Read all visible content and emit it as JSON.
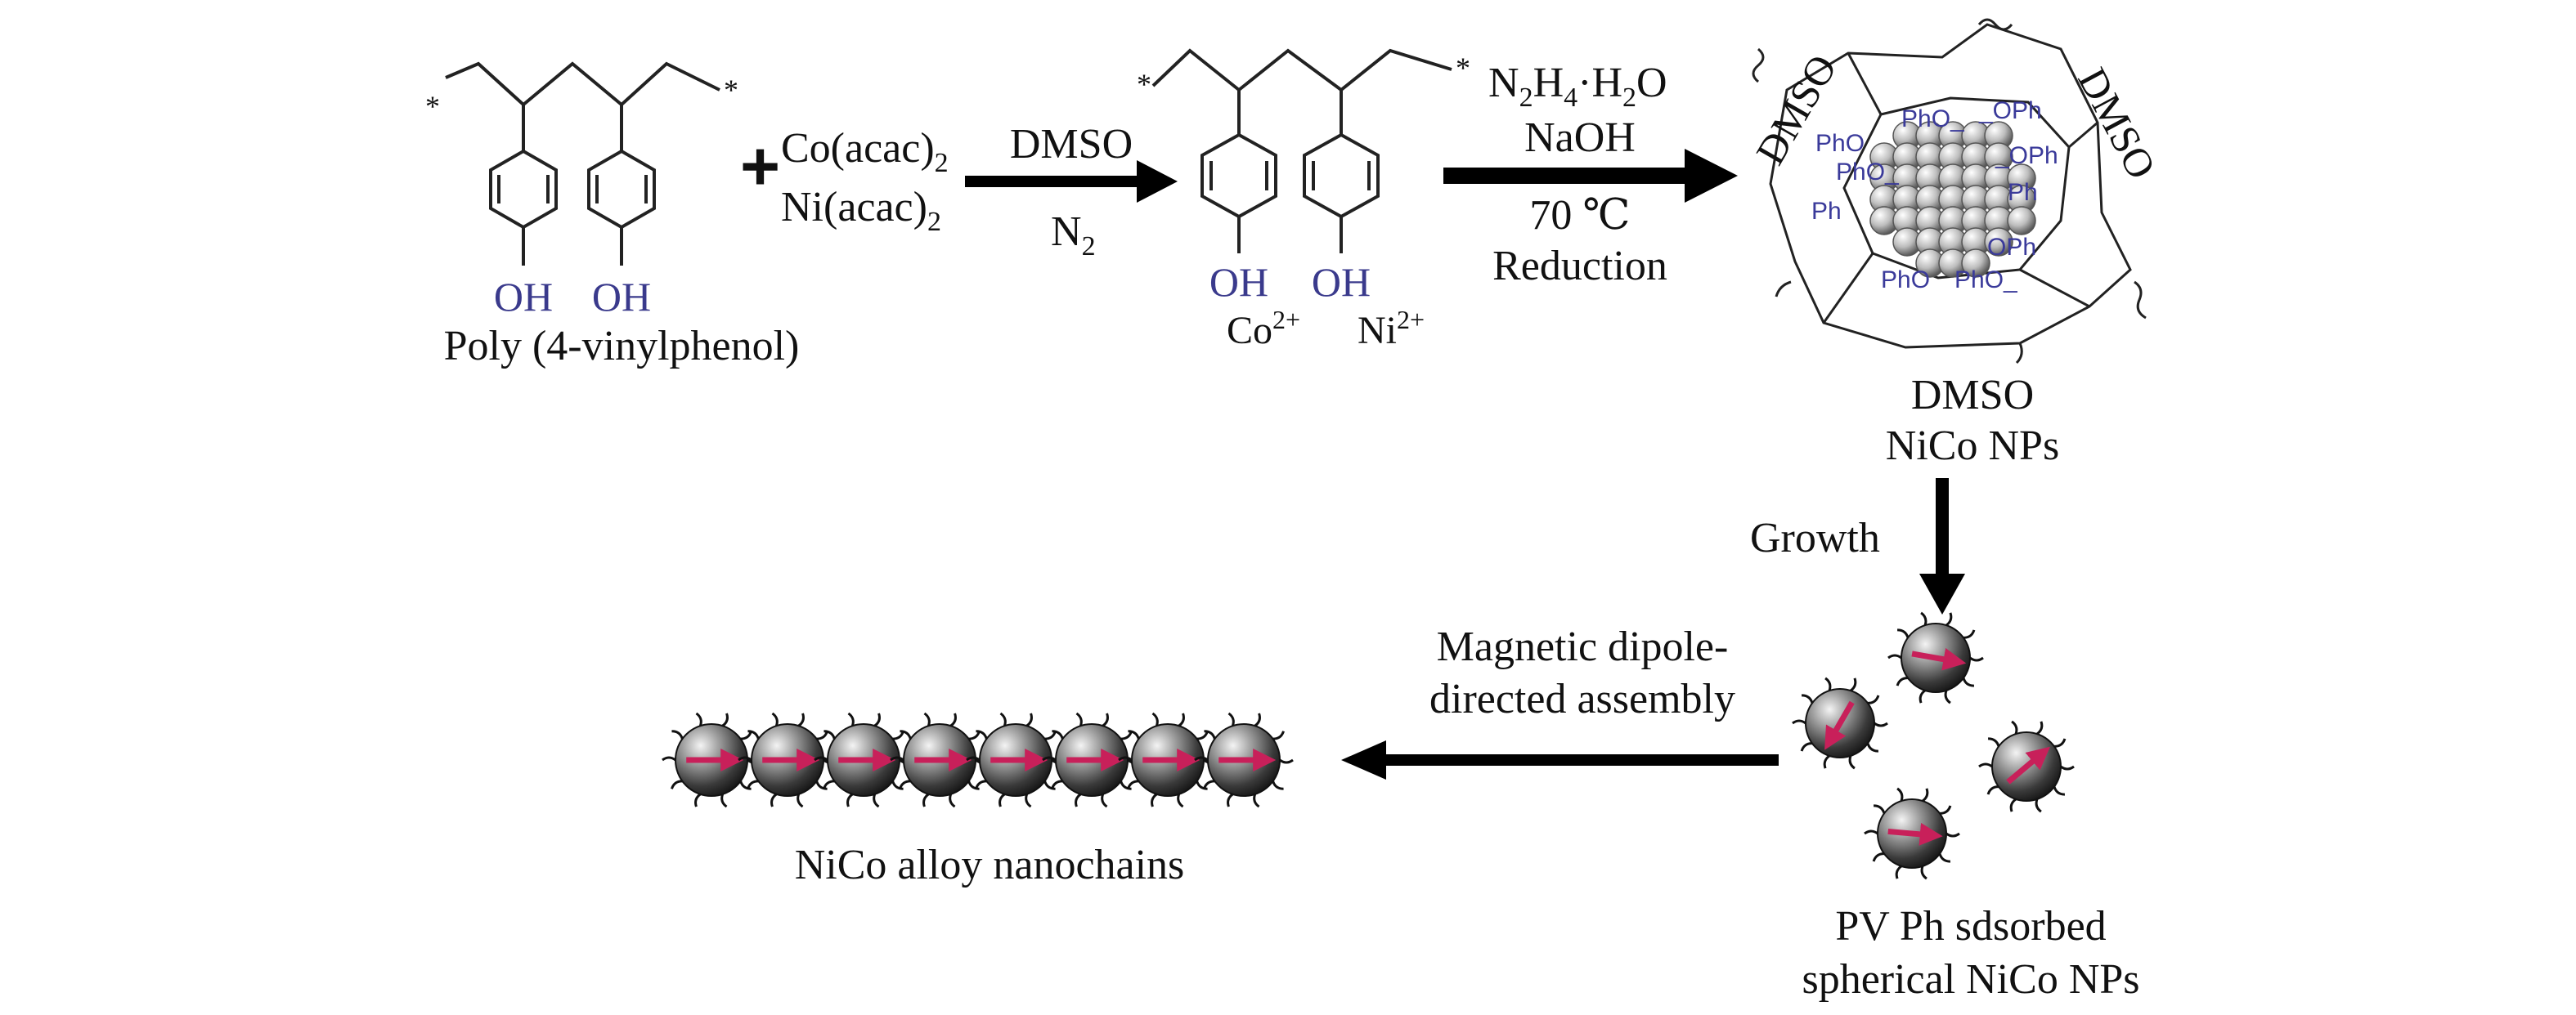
{
  "diagram": {
    "polymer_label": "Poly (4-vinylphenol)",
    "plus_sign": "+",
    "hydroxyl": "OH",
    "chain_end": "*",
    "reagent_1": "Co(acac)",
    "reagent_2": "Ni(acac)",
    "reagent_subscript": "2",
    "step1": {
      "top": "DMSO",
      "bottom_main": "N",
      "bottom_sub": "2"
    },
    "cation_co": {
      "main": "Co",
      "sup": "2+"
    },
    "cation_ni": {
      "main": "Ni",
      "sup": "2+"
    },
    "step2": {
      "reductant_n": "N",
      "reductant_n_sub": "2",
      "reductant_h": "H",
      "reductant_h_sub": "4",
      "reductant_dot": "·H",
      "reductant_h2_sub": "2",
      "reductant_o": "O",
      "base": "NaOH",
      "temperature": "70 ℃",
      "process": "Reduction"
    },
    "solvent_shell": "DMSO",
    "ligands": [
      "PhO_",
      "_OPh",
      "_OPh",
      "PhO",
      "PhO_",
      "Ph",
      "Ph",
      "OPh",
      "PhO",
      "PhO_"
    ],
    "nanoparticle_label_1": "DMSO",
    "nanoparticle_label_2": "NiCo NPs",
    "growth_label": "Growth",
    "assembly_line1": "Magnetic dipole-",
    "assembly_line2": "directed assembly",
    "chain_label": "NiCo alloy nanochains",
    "adsorbed_line1": "PV Ph sdsorbed",
    "adsorbed_line2": "spherical NiCo NPs",
    "chain_particle_count": 8
  }
}
